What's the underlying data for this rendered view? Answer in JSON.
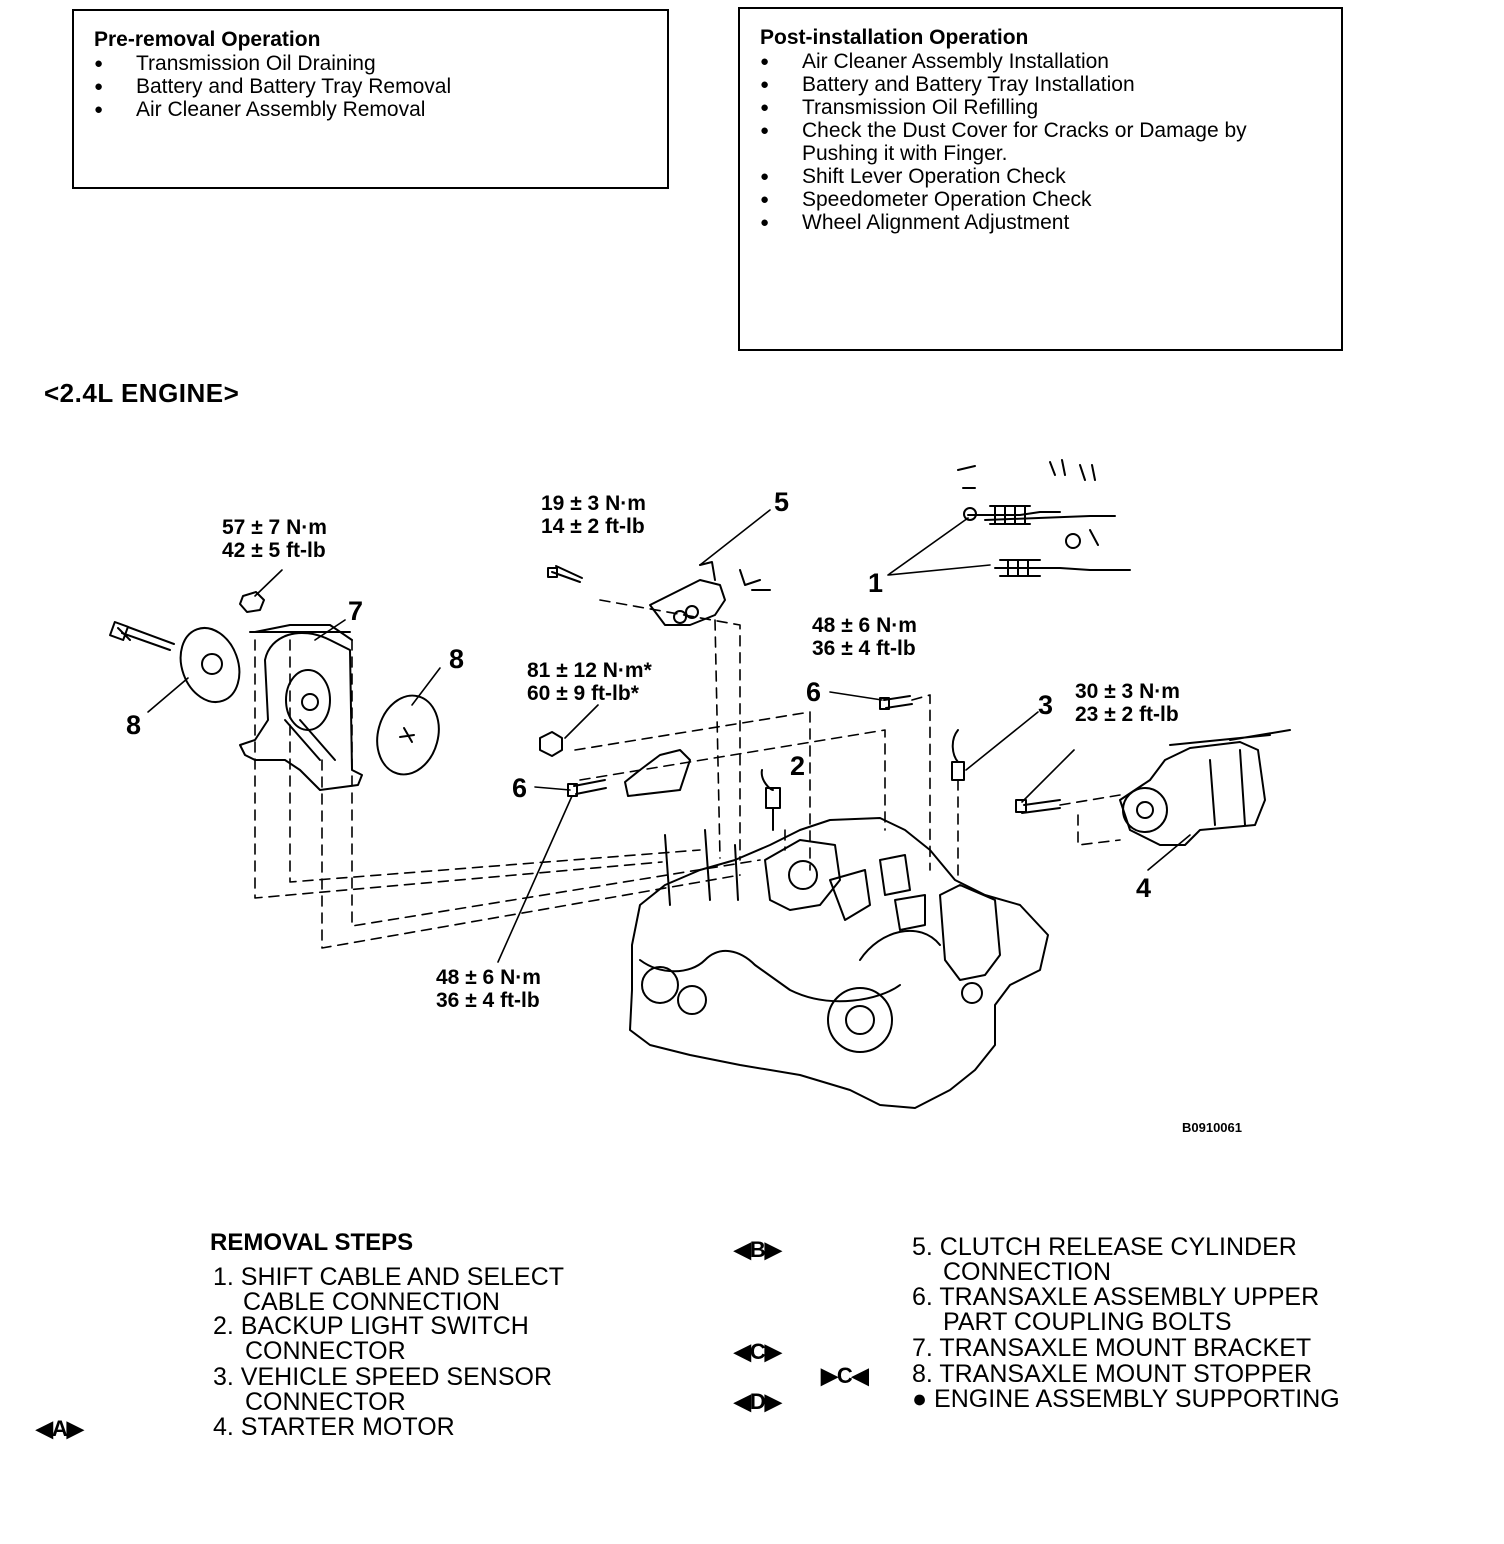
{
  "pre_removal": {
    "title": "Pre-removal Operation",
    "items": [
      "Transmission Oil Draining",
      "Battery and Battery Tray Removal",
      "Air Cleaner Assembly Removal"
    ]
  },
  "post_installation": {
    "title": "Post-installation Operation",
    "items": [
      "Air Cleaner Assembly Installation",
      "Battery and Battery Tray Installation",
      "Transmission Oil Refilling",
      "Check the Dust Cover for Cracks or Damage by Pushing it with Finger.",
      "Shift Lever Operation Check",
      "Speedometer Operation Check",
      "Wheel Alignment Adjustment"
    ]
  },
  "engine_title": "<2.4L ENGINE>",
  "figure_id": "B0910061",
  "torques": {
    "t57_nm": "57 ± 7 N·m",
    "t57_ft": "42 ± 5 ft-lb",
    "t19_nm": "19 ± 3 N·m",
    "t19_ft": "14 ± 2 ft-lb",
    "t81_nm": "81 ± 12 N·m*",
    "t81_ft": "60 ± 9 ft-lb*",
    "t48a_nm": "48 ± 6 N·m",
    "t48a_ft": "36 ± 4 ft-lb",
    "t30_nm": "30 ± 3 N·m",
    "t30_ft": "23 ± 2 ft-lb",
    "t48b_nm": "48 ± 6 N·m",
    "t48b_ft": "36 ± 4 ft-lb"
  },
  "callouts": {
    "c1": "1",
    "c2": "2",
    "c3": "3",
    "c4": "4",
    "c5": "5",
    "c6a": "6",
    "c6b": "6",
    "c7": "7",
    "c8a": "8",
    "c8b": "8"
  },
  "removal": {
    "header": "REMOVAL STEPS",
    "s1a": "1. SHIFT CABLE AND SELECT",
    "s1b": "CABLE CONNECTION",
    "s2a": "2. BACKUP LIGHT SWITCH",
    "s2b": "CONNECTOR",
    "s3a": "3. VEHICLE SPEED SENSOR",
    "s3b": "CONNECTOR",
    "s4": "4. STARTER MOTOR",
    "s5a": "5. CLUTCH RELEASE CYLINDER",
    "s5b": "CONNECTION",
    "s6a": "6. TRANSAXLE ASSEMBLY UPPER",
    "s6b": "PART COUPLING BOLTS",
    "s7": "7. TRANSAXLE MOUNT BRACKET",
    "s8": "8. TRANSAXLE MOUNT STOPPER",
    "s9": "● ENGINE ASSEMBLY SUPPORTING"
  },
  "markers": {
    "a": "◀A▶",
    "b": "◀B▶",
    "c": "◀C▶",
    "c_inst": "▶C◀",
    "d": "◀D▶"
  }
}
